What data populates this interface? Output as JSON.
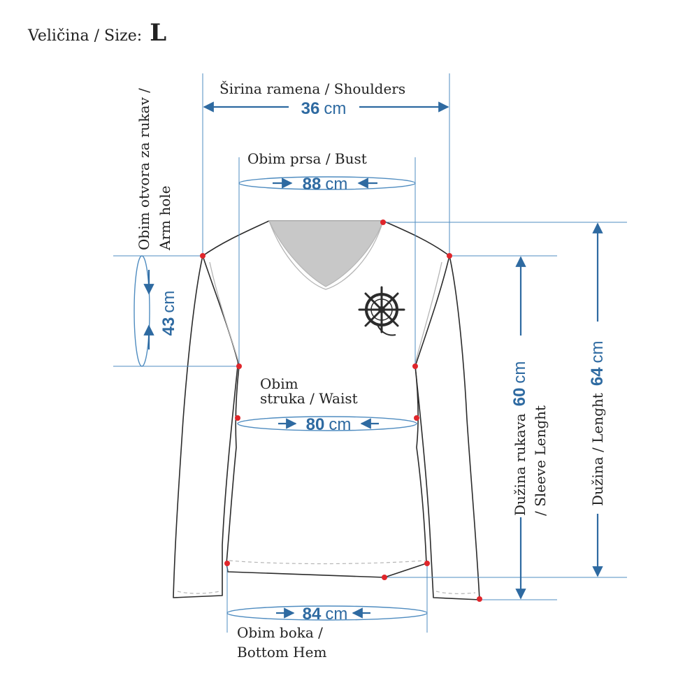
{
  "size_caption": {
    "prefix": "Veličina / Size:",
    "size": "L"
  },
  "measurements": {
    "shoulders": {
      "label": "Širina ramena / Shoulders",
      "value": "36",
      "unit": "cm"
    },
    "bust": {
      "label": "Obim prsa / Bust",
      "value": "88",
      "unit": "cm"
    },
    "arm_hole": {
      "label_line1": "Obim otvora za rukav  /",
      "label_line2": "Arm hole",
      "value": "43",
      "unit": "cm"
    },
    "waist": {
      "label_line1": "Obim",
      "label_line2": "struka / Waist",
      "value": "80",
      "unit": "cm"
    },
    "bottom_hem": {
      "label_line1": "Obim boka /",
      "label_line2": "Bottom Hem",
      "value": "84",
      "unit": "cm"
    },
    "sleeve_length": {
      "label_line1": "Dužina rukava",
      "label_line2": "/ Sleeve Lenght",
      "value": "60",
      "unit": "cm"
    },
    "length": {
      "label": "Dužina / Lenght",
      "value": "64",
      "unit": "cm"
    }
  },
  "colors": {
    "dimension_blue": "#2e6aa1",
    "guide_blue": "#4f8cc0",
    "marker_red": "#e0262b",
    "outline": "#2b2b2b",
    "collar_gray": "#c8c8c8"
  },
  "icons": {
    "chest_emblem": "ship-wheel-icon"
  }
}
